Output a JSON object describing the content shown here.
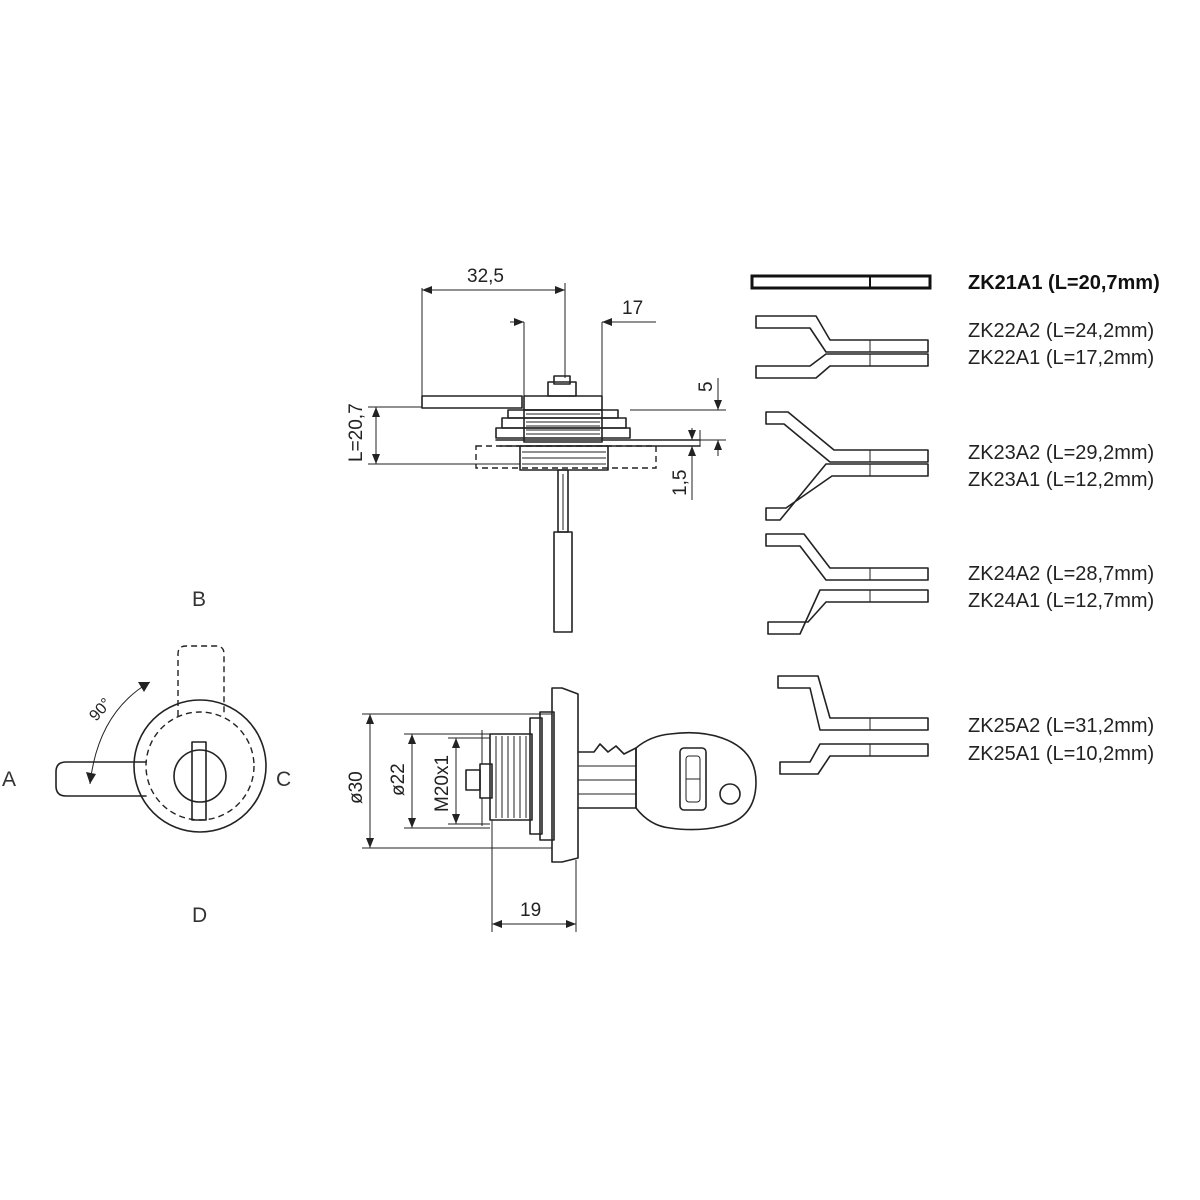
{
  "dimensions": {
    "width_top": "32,5",
    "width_inner": "17",
    "length": "L=20,7",
    "offset_top": "5",
    "offset_bottom": "1,5",
    "diameter_outer": "ø30",
    "diameter_inner": "ø22",
    "thread": "M20x1",
    "body_length": "19"
  },
  "positions": {
    "a": "A",
    "b": "B",
    "c": "C",
    "d": "D",
    "angle": "90°"
  },
  "cams": [
    {
      "code": "ZK21A1 (L=20,7mm)",
      "bold": true
    },
    {
      "code": "ZK22A2 (L=24,2mm)"
    },
    {
      "code": "ZK22A1 (L=17,2mm)"
    },
    {
      "code": "ZK23A2 (L=29,2mm)"
    },
    {
      "code": "ZK23A1 (L=12,2mm)"
    },
    {
      "code": "ZK24A2 (L=28,7mm)"
    },
    {
      "code": "ZK24A1 (L=12,7mm)"
    },
    {
      "code": "ZK25A2 (L=31,2mm)"
    },
    {
      "code": "ZK25A1 (L=10,2mm)"
    }
  ],
  "colors": {
    "line": "#222222",
    "background": "#ffffff"
  }
}
